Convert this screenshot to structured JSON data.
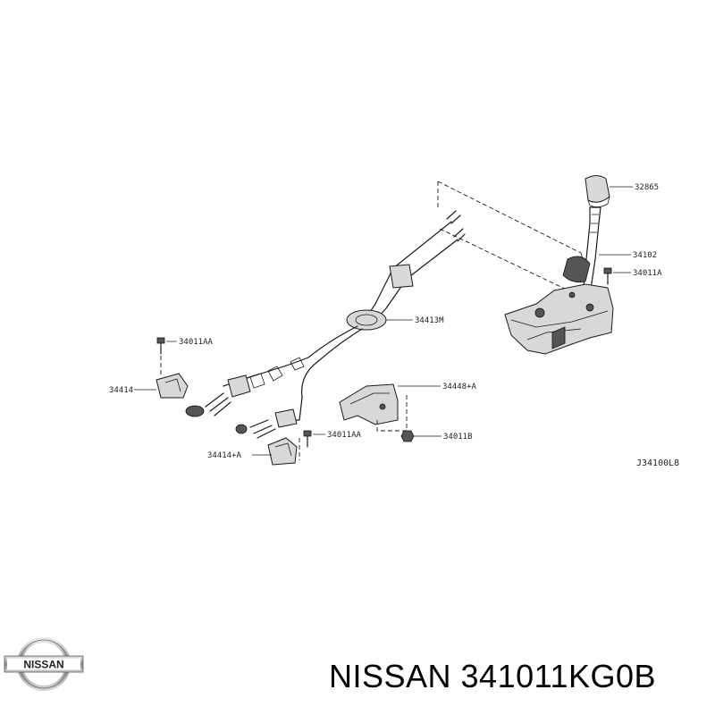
{
  "parts": {
    "knob": "32865",
    "lever": "34102",
    "bolt_lever": "34011A",
    "cable": "34413M",
    "bolt_left": "34011AA",
    "bracket_left": "34414",
    "bracket_plate": "34448+A",
    "bolt_lower": "34011AA",
    "nut_lower": "34011B",
    "bracket_lower": "34414+A"
  },
  "diagram_code": "J34100L8",
  "logo_text": "NISSAN",
  "caption": "NISSAN 341011KG0B"
}
